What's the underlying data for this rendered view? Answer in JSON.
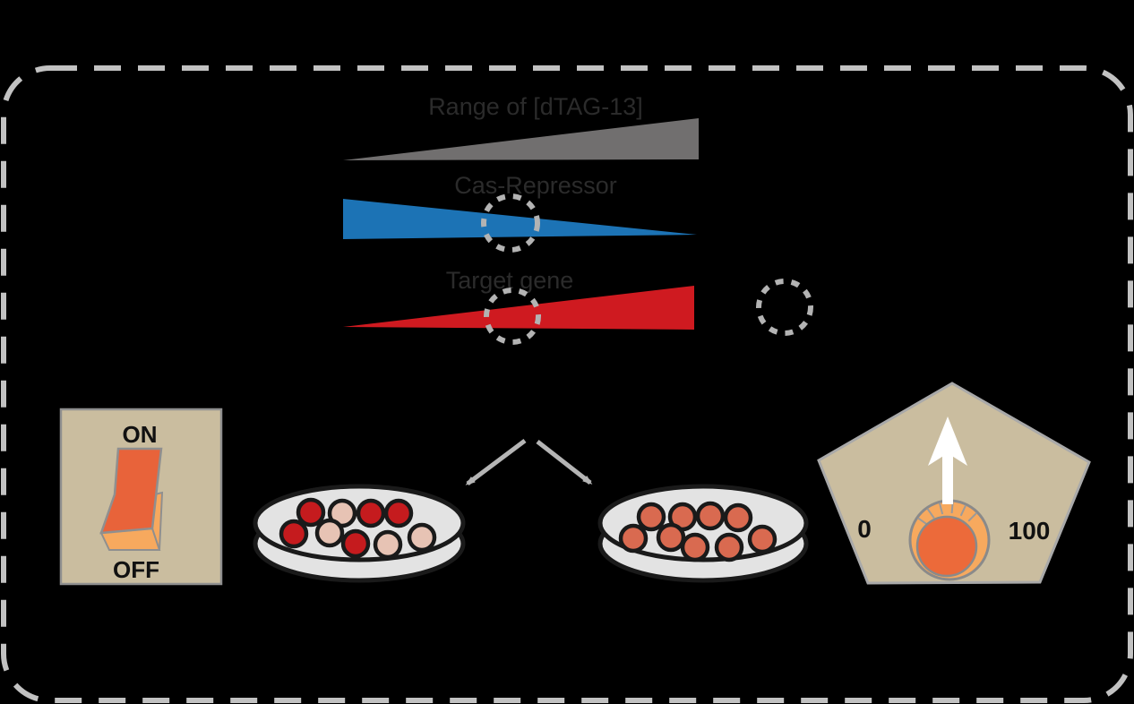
{
  "figure": {
    "background": "#000000",
    "description_labels": {
      "dtag_range": "Range of [dTAG-13]",
      "cas_repressor": "Cas-Repressor",
      "target_gene": "Target gene"
    }
  },
  "switch": {
    "on": "ON",
    "off": "OFF"
  },
  "dial": {
    "min": "0",
    "max": "100"
  },
  "left_dish": {
    "cells": [
      "#c51b1e",
      "#e7c3b4",
      "#c51b1e",
      "#c51b1e",
      "#c51b1e",
      "#e7c3b4",
      "#c51b1e",
      "#e7c3b4",
      "#e7c3b4"
    ]
  },
  "right_dish": {
    "cells": [
      "#d96a50",
      "#d96a50",
      "#d96a50",
      "#d96a50",
      "#d96a50",
      "#d96a50",
      "#d96a50",
      "#d96a50",
      "#d96a50"
    ]
  },
  "colors": {
    "wedge_gray": "#716f6f",
    "wedge_blue": "#1c73b5",
    "wedge_red": "#cf1a20",
    "panel_tan": "#cabd9f",
    "rocker_orange": "#e8633a",
    "rocker_orange_light": "#f7a95e",
    "knob_ring": "#f7a95e",
    "knob_face": "#ec6a3a",
    "dish_fill": "#e3e3e3",
    "dish_stroke": "#1a1a1a",
    "border_dash": "#c2c2c2",
    "dotted_circle": "#b3b3b3",
    "arrow_gray": "#b5b5b5",
    "label_dark": "#2b2b2b",
    "text_black": "#111111",
    "outline_gray": "#8f8f8f",
    "arrow_white": "#ffffff"
  },
  "icons": {
    "dial_pointer": "up-arrow",
    "split_arrows": "down-left-arrow / down-right-arrow",
    "zoom_markers": "dotted-circle"
  }
}
